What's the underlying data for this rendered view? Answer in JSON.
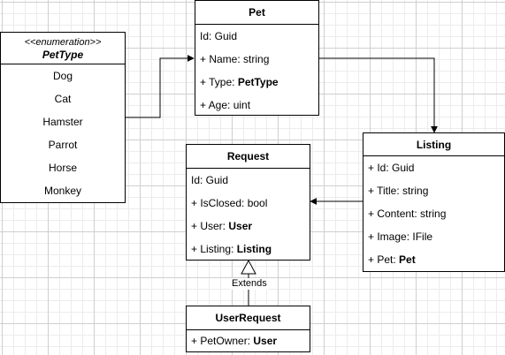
{
  "petType": {
    "stereotype": "<<enumeration>>",
    "name": "PetType",
    "values": [
      "Dog",
      "Cat",
      "Hamster",
      "Parrot",
      "Horse",
      "Monkey"
    ]
  },
  "pet": {
    "name": "Pet",
    "fields": [
      {
        "text": "Id: Guid",
        "type": ""
      },
      {
        "text": "+ Name: string",
        "type": ""
      },
      {
        "text": "+ Type: ",
        "type": "PetType"
      },
      {
        "text": "+ Age: uint",
        "type": ""
      }
    ]
  },
  "request": {
    "name": "Request",
    "fields": [
      {
        "text": "Id: Guid",
        "type": ""
      },
      {
        "text": "+ IsClosed: bool",
        "type": ""
      },
      {
        "text": "+ User: ",
        "type": "User"
      },
      {
        "text": "+ Listing: ",
        "type": "Listing"
      }
    ]
  },
  "listing": {
    "name": "Listing",
    "fields": [
      {
        "text": "+ Id: Guid",
        "type": ""
      },
      {
        "text": "+ Title: string",
        "type": ""
      },
      {
        "text": "+ Content: string",
        "type": ""
      },
      {
        "text": "+ Image: IFile",
        "type": ""
      },
      {
        "text": "+ Pet: ",
        "type": "Pet"
      }
    ]
  },
  "userRequest": {
    "name": "UserRequest",
    "fields": [
      {
        "text": "+ PetOwner: ",
        "type": "User"
      }
    ]
  },
  "extendsLabel": "Extends"
}
